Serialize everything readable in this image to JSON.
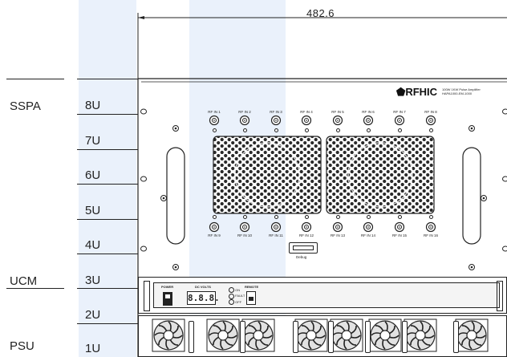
{
  "dimension": {
    "width_label": "482.6"
  },
  "groups": {
    "sspa": "SSPA",
    "ucm": "UCM",
    "psu": "PSU"
  },
  "units": [
    "8U",
    "7U",
    "6U",
    "5U",
    "4U",
    "3U",
    "2U",
    "1U"
  ],
  "brand": {
    "logo": "RFHIC",
    "model_line1": "100W 1KW Pulse Amplifier",
    "model_line2": "HAPA1000-EM-1000"
  },
  "rf_inputs_top": [
    "RF IN 1",
    "RF IN 2",
    "RF IN 3",
    "RF IN 4",
    "RF IN 5",
    "RF IN 6",
    "RF IN 7",
    "RF IN 8"
  ],
  "rf_inputs_bottom": [
    "RF IN 9",
    "RF IN 10",
    "RF IN 11",
    "RF IN 12",
    "RF IN 13",
    "RF IN 14",
    "RF IN 15",
    "RF IN 16"
  ],
  "debug_label": "Debug",
  "ucm_panel": {
    "power_label": "POWER",
    "dc_volts_label": "DC VOLTS",
    "display_value": "8.8.8.",
    "led_labels": [
      "ON",
      "FAULT",
      "OFF"
    ],
    "switch_label": "REMOTE"
  },
  "colors": {
    "band": "#eaf1fb",
    "line": "#222222"
  }
}
